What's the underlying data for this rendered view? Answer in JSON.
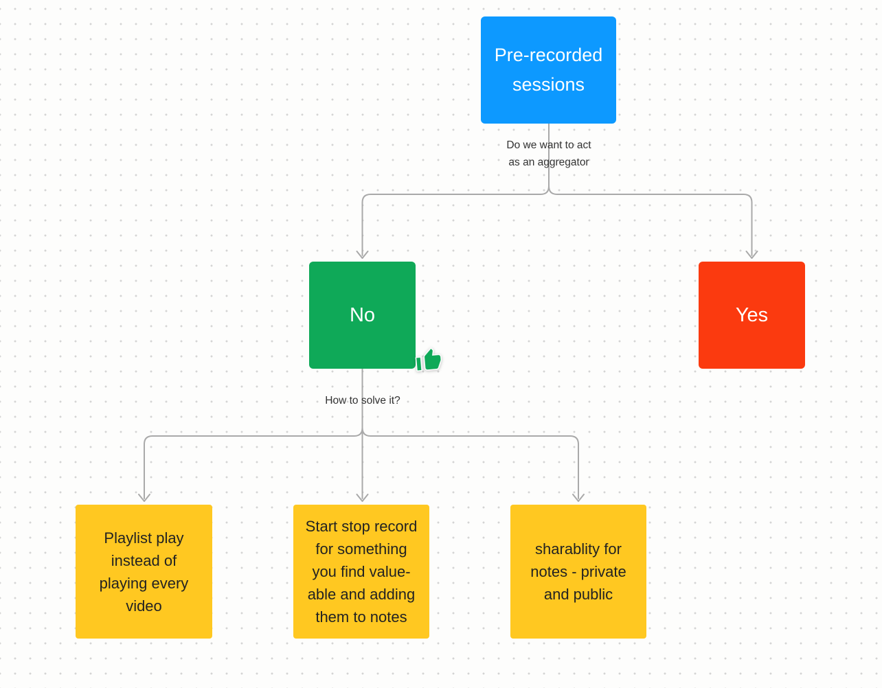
{
  "theme": {
    "background": "#FDFDFC",
    "dot_color": "#D4D4D4",
    "connector_color": "#A9A9A9",
    "label_text_color": "#333333"
  },
  "nodes": {
    "root": {
      "label": "Pre-recorded sessions",
      "lines": [
        "Pre-recorded",
        "sessions"
      ],
      "color": "#0D99FF",
      "text_color": "#FFFFFF"
    },
    "no": {
      "label": "No",
      "lines": [
        "No"
      ],
      "color": "#0FA958",
      "text_color": "#FFFFFF"
    },
    "yes": {
      "label": "Yes",
      "lines": [
        "Yes"
      ],
      "color": "#FB3A0F",
      "text_color": "#FFFFFF"
    },
    "leaf_playlist": {
      "label": "Playlist play instead of playing every video",
      "lines": [
        "Playlist play",
        "instead of",
        "playing every",
        "video"
      ],
      "color": "#FFC821",
      "text_color": "#222222"
    },
    "leaf_record": {
      "label": "Start stop record for something you find value-able and adding them to notes",
      "lines": [
        "Start stop record",
        "for something",
        "you find value-",
        "able and adding",
        "them to notes"
      ],
      "color": "#FFC821",
      "text_color": "#222222"
    },
    "leaf_share": {
      "label": "sharablity for notes - private and public",
      "lines": [
        "sharablity for",
        "notes - private",
        "and public"
      ],
      "color": "#FFC821",
      "text_color": "#222222"
    }
  },
  "edge_labels": {
    "aggregator": {
      "label": "Do we want to act as an aggregator",
      "lines": [
        "Do we want to act",
        "as an aggregator"
      ]
    },
    "solve": {
      "label": "How to solve it?",
      "lines": [
        "How to solve it?"
      ]
    }
  },
  "stamp": {
    "icon": "thumbs-up-icon",
    "color": "#0FA958",
    "outline": "#FFFFFF"
  }
}
